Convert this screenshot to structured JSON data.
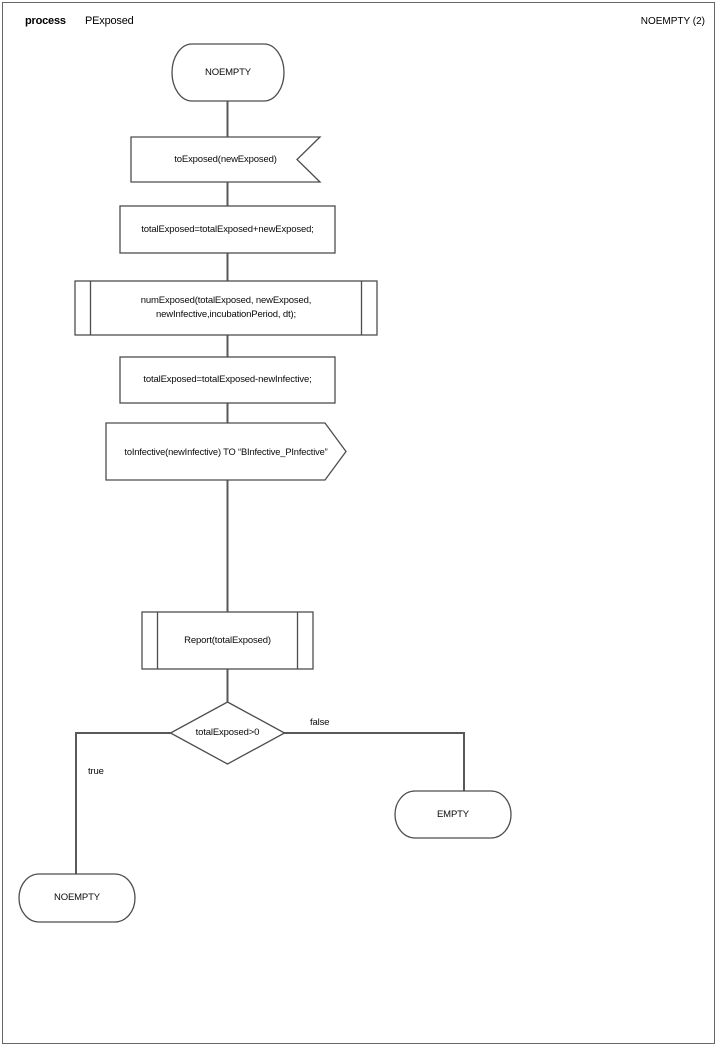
{
  "header": {
    "kind_label": "process",
    "process_name": "PExposed",
    "page_ref": "NOEMPTY (2)"
  },
  "diagram": {
    "start_state": {
      "label": "NOEMPTY"
    },
    "input_signal": {
      "label": "toExposed(newExposed)"
    },
    "assign_add": {
      "label": "totalExposed=totalExposed+newExposed;"
    },
    "call_num_exposed": {
      "label": "numExposed(totalExposed, newExposed,\nnewInfective,incubationPeriod, dt);"
    },
    "assign_subtract": {
      "label": "totalExposed=totalExposed-newInfective;"
    },
    "output_signal": {
      "label": "toInfective(newInfective) TO “BInfective_PInfective”"
    },
    "call_report": {
      "label": "Report(totalExposed)"
    },
    "decision": {
      "label": "totalExposed>0",
      "true_label": "true",
      "false_label": "false"
    },
    "empty_state": {
      "label": "EMPTY"
    },
    "next_state": {
      "label": "NOEMPTY"
    }
  },
  "colors": {
    "background": "#ffffff",
    "shape_border": "#4d4d4d",
    "connector": "#595959",
    "text": "#0a0a0a",
    "page_border": "#666666"
  }
}
